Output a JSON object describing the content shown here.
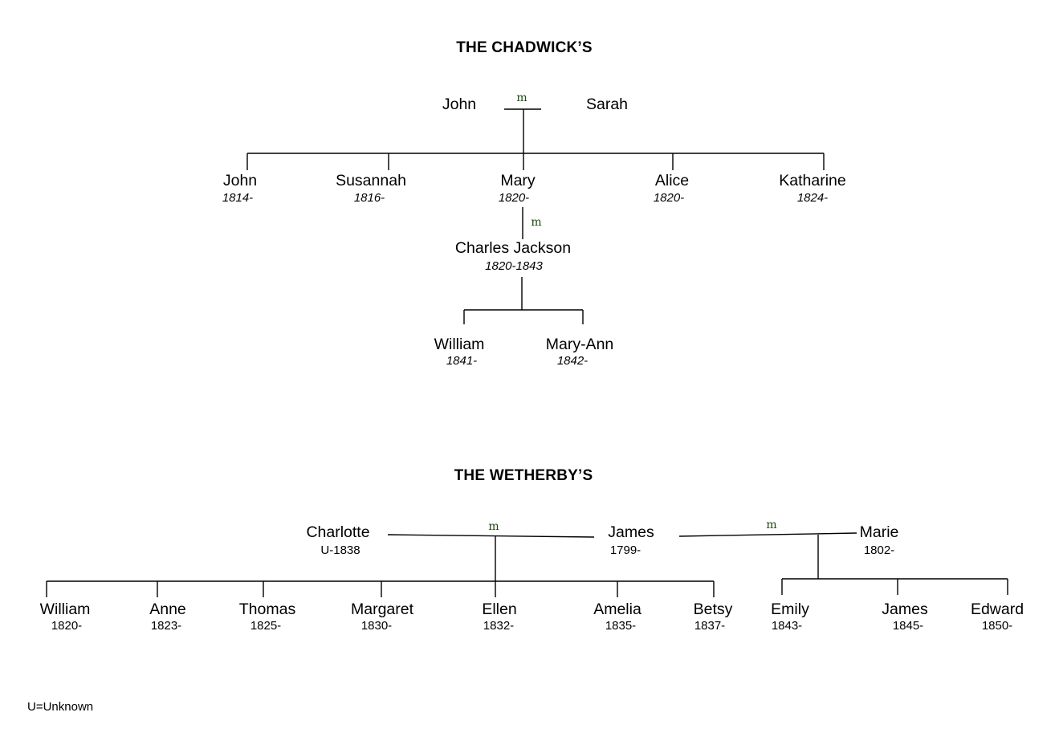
{
  "chadwick": {
    "title": "THE CHADWICK’S",
    "parent1": "John",
    "parent2": "Sarah",
    "marriage": "m",
    "children": [
      {
        "name": "John",
        "year": "1814-"
      },
      {
        "name": "Susannah",
        "year": "1816-"
      },
      {
        "name": "Mary",
        "year": "1820-"
      },
      {
        "name": "Alice",
        "year": "1820-"
      },
      {
        "name": "Katharine",
        "year": "1824-"
      }
    ],
    "spouse": {
      "name": "Charles Jackson",
      "year": "1820-1843",
      "marriage": "m"
    },
    "grandchildren": [
      {
        "name": "William",
        "year": "1841-"
      },
      {
        "name": "Mary-Ann",
        "year": "1842-"
      }
    ]
  },
  "wetherby": {
    "title": "THE WETHERBY’S",
    "charlotte": {
      "name": "Charlotte",
      "year": "U-1838"
    },
    "james": {
      "name": "James",
      "year": "1799-"
    },
    "marie": {
      "name": "Marie",
      "year": "1802-"
    },
    "marriage1": "m",
    "marriage2": "m",
    "children1": [
      {
        "name": "William",
        "year": "1820-"
      },
      {
        "name": "Anne",
        "year": "1823-"
      },
      {
        "name": "Thomas",
        "year": "1825-"
      },
      {
        "name": "Margaret",
        "year": "1830-"
      },
      {
        "name": "Ellen",
        "year": "1832-"
      },
      {
        "name": "Amelia",
        "year": "1835-"
      },
      {
        "name": "Betsy",
        "year": "1837-"
      }
    ],
    "children2": [
      {
        "name": "Emily",
        "year": "1843-"
      },
      {
        "name": "James",
        "year": "1845-"
      },
      {
        "name": "Edward",
        "year": "1850-"
      }
    ]
  },
  "legend": "U=Unknown"
}
